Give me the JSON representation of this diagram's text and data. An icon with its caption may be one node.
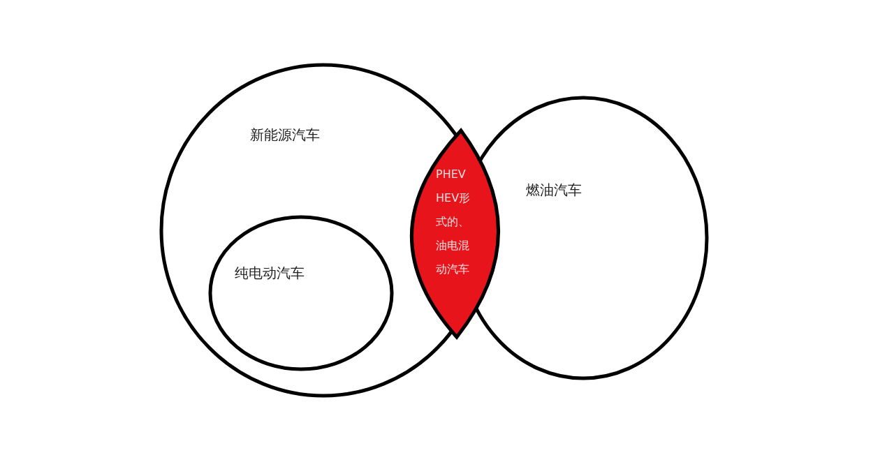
{
  "diagram": {
    "nodes": [
      {
        "text": [
          "新能源汽车"
        ]
      },
      {
        "text": [
          "纯电动汽车"
        ],
        "in": 0
      },
      {
        "text": [
          "燃油汽车"
        ]
      },
      {
        "text": [
          "PHEV HEV形式的、油电混动汽车"
        ]
      }
    ]
  }
}
